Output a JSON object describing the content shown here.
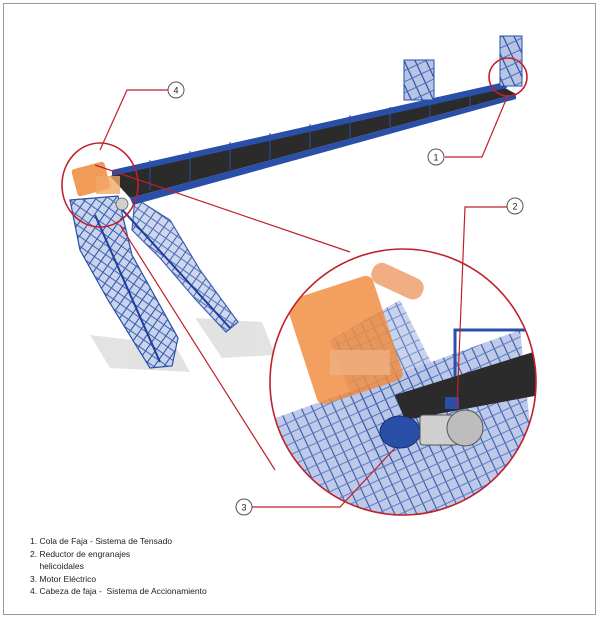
{
  "callouts": [
    {
      "number": "1"
    },
    {
      "number": "2"
    },
    {
      "number": "3"
    },
    {
      "number": "4"
    }
  ],
  "legend": {
    "lines": [
      "1. Cola de Faja - Sistema de Tensado",
      "2. Reductor de engranajes",
      "    helicoidales",
      "3. Motor Eléctrico",
      "4. Cabeza de faja -  Sistema de Accionamiento"
    ]
  },
  "colors": {
    "structure": "#2a4fa8",
    "belt": "#2b2b2b",
    "drive_unit": "#ef8a3c",
    "callout_line": "#c0202a",
    "shadow": "#d9d9d9"
  },
  "icons": [
    "callout-circle",
    "zoom-lens"
  ]
}
